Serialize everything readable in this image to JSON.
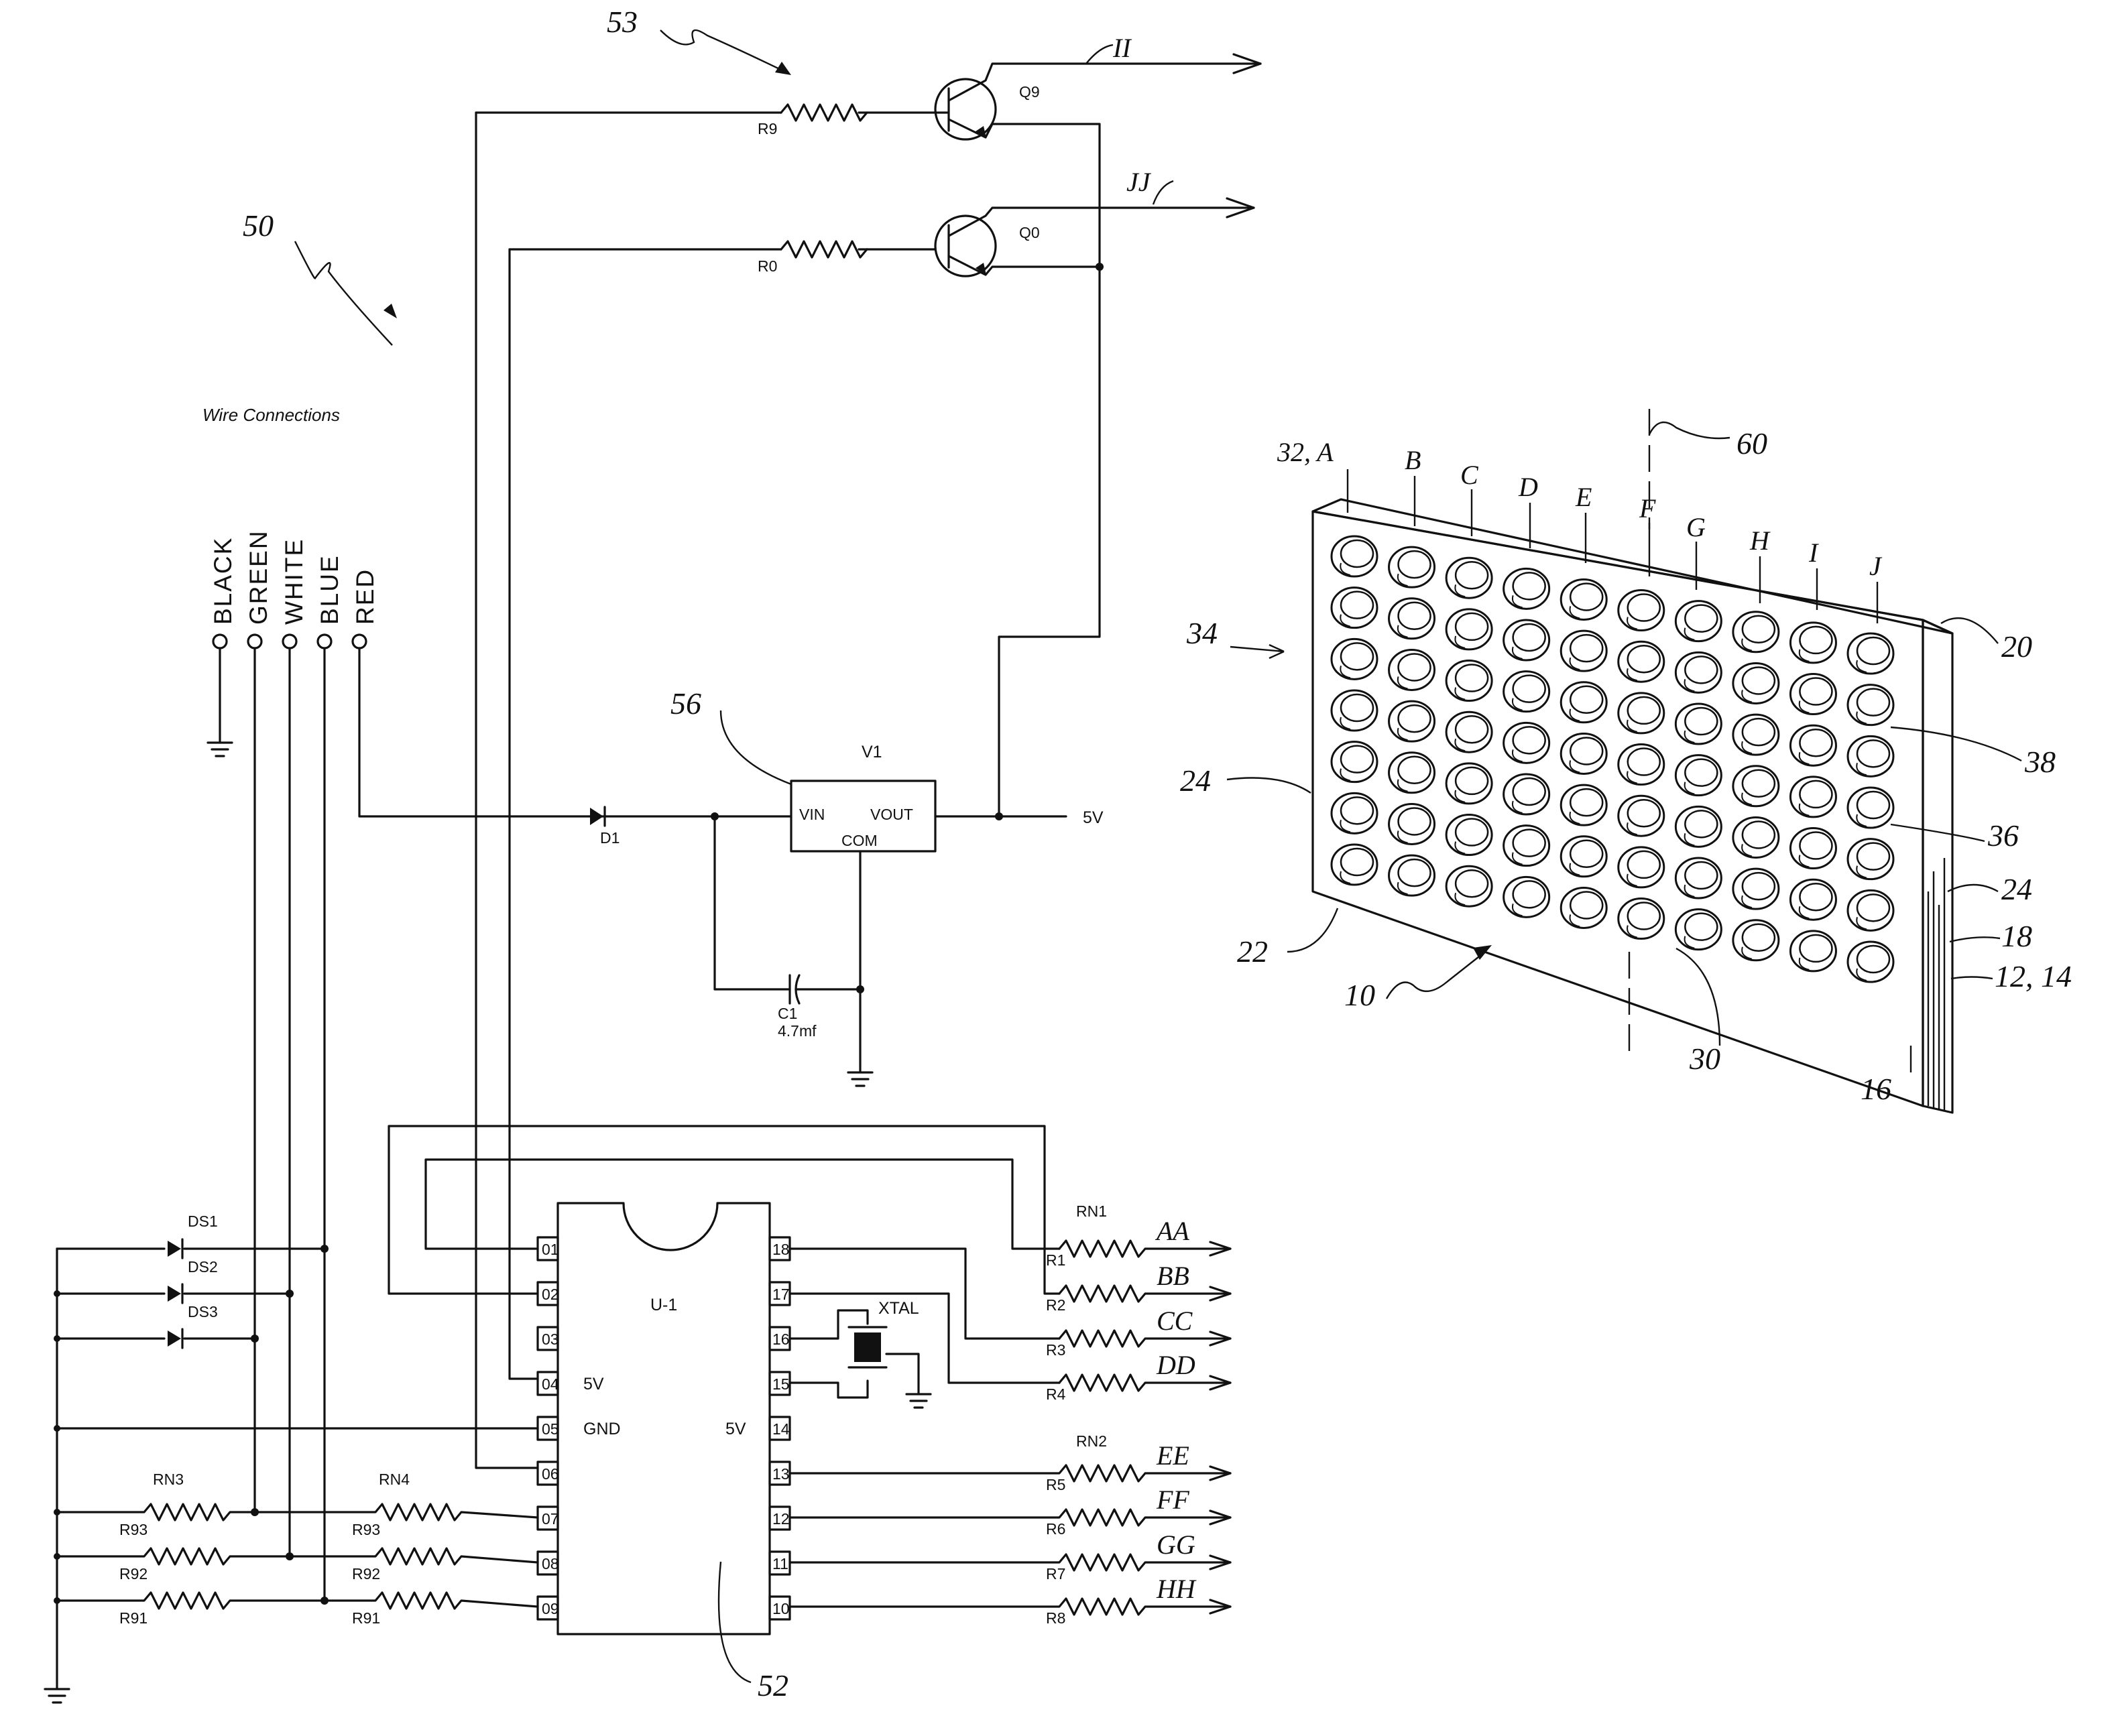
{
  "schematic": {
    "title": "Wire Connections",
    "wires": [
      "BLACK",
      "GREEN",
      "WHITE",
      "BLUE",
      "RED"
    ],
    "ic": {
      "name": "U-1",
      "left_pins": [
        "01",
        "02",
        "03",
        "04",
        "05",
        "06",
        "07",
        "08",
        "09"
      ],
      "right_pins": [
        "18",
        "17",
        "16",
        "15",
        "14",
        "13",
        "12",
        "11",
        "10"
      ],
      "pin_notes": {
        "p04": "5V",
        "p05": "GND",
        "p14": "5V"
      }
    },
    "crystal": "XTAL",
    "regulator": {
      "name": "V1",
      "vin": "VIN",
      "vout": "VOUT",
      "com": "COM",
      "out_label": "5V"
    },
    "diode": "D1",
    "capacitor": {
      "name": "C1",
      "value": "4.7mf"
    },
    "transistors": [
      "Q9",
      "Q0"
    ],
    "base_resistors": [
      "R9",
      "R0"
    ],
    "leds": [
      "DS1",
      "DS2",
      "DS3"
    ],
    "resistor_networks": [
      "RN1",
      "RN2",
      "RN3",
      "RN4"
    ],
    "left_resistors_a": [
      "R93",
      "R92",
      "R91"
    ],
    "left_resistors_b": [
      "R93",
      "R92",
      "R91"
    ],
    "output_resistors": [
      "R1",
      "R2",
      "R3",
      "R4",
      "R5",
      "R6",
      "R7",
      "R8"
    ],
    "output_nets": [
      "AA",
      "BB",
      "CC",
      "DD",
      "EE",
      "FF",
      "GG",
      "HH"
    ],
    "transistor_nets": [
      "II",
      "JJ"
    ],
    "refs": {
      "r50": "50",
      "r53": "53",
      "r56": "56",
      "r52": "52"
    }
  },
  "led_panel": {
    "columns": [
      "32, A",
      "B",
      "C",
      "D",
      "E",
      "F",
      "G",
      "H",
      "I",
      "J"
    ],
    "refs": {
      "r60": "60",
      "r34": "34",
      "r20": "20",
      "r38": "38",
      "r36": "36",
      "r24a": "24",
      "r24b": "24",
      "r18": "18",
      "r1214": "12, 14",
      "r22": "22",
      "r10": "10",
      "r30": "30",
      "r16": "16"
    },
    "rows": 7,
    "cols": 10
  }
}
